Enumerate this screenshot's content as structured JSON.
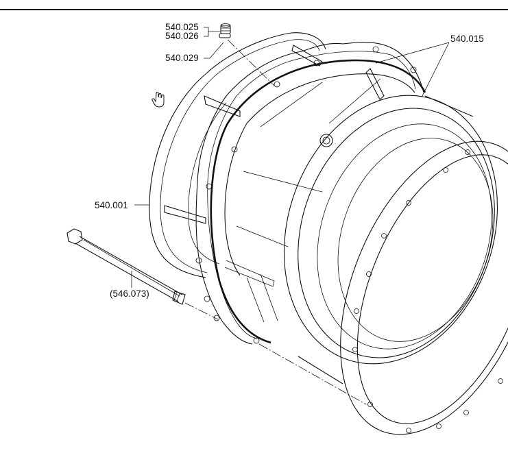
{
  "callouts": {
    "part_540_025": "540.025",
    "part_540_026": "540.026",
    "part_540_029": "540.029",
    "part_540_015": "540.015",
    "part_540_001": "540.001",
    "part_546_073": "(546.073)"
  },
  "icons": {
    "cursor": "hand-pointer-icon"
  },
  "colors": {
    "line": "#111111",
    "background": "#ffffff"
  }
}
